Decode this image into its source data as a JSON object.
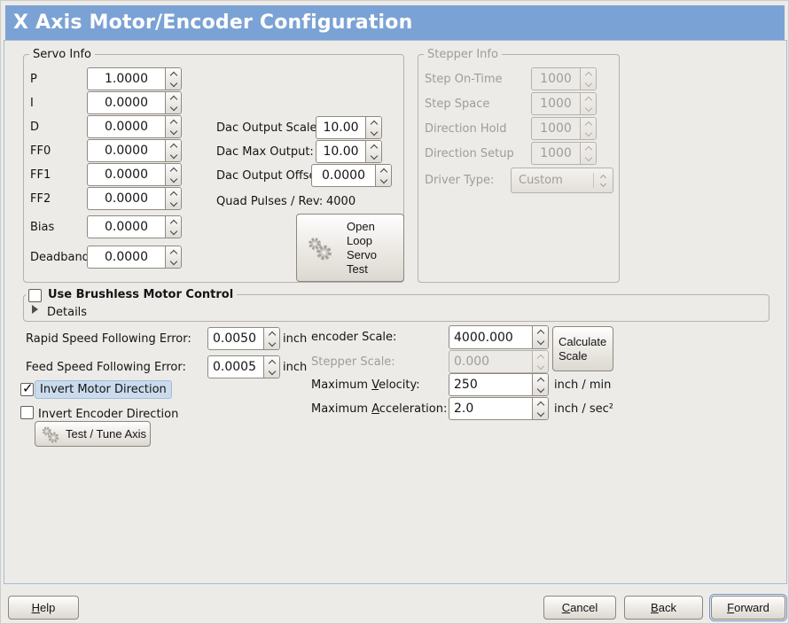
{
  "window": {
    "title": "X Axis Motor/Encoder Configuration"
  },
  "colors": {
    "titlebar_bg": "#7ba2d4",
    "selection_highlight": "#c9dbec",
    "page_bg": "#edebe8"
  },
  "servo": {
    "title": "Servo Info",
    "params": [
      {
        "label": "P",
        "value": "1.0000"
      },
      {
        "label": "I",
        "value": "0.0000"
      },
      {
        "label": "D",
        "value": "0.0000"
      },
      {
        "label": "FF0",
        "value": "0.0000"
      },
      {
        "label": "FF1",
        "value": "0.0000"
      },
      {
        "label": "FF2",
        "value": "0.0000"
      },
      {
        "label": "Bias",
        "value": "0.0000"
      },
      {
        "label": "Deadband",
        "value": "0.0000"
      }
    ],
    "dac_output_scale": {
      "label": "Dac Output Scale:",
      "value": "10.00"
    },
    "dac_max_output": {
      "label": "Dac Max Output:",
      "value": "10.00"
    },
    "dac_output_offset": {
      "label": "Dac Output Offset:",
      "value": "0.0000"
    },
    "quad_pulses": {
      "label": "Quad Pulses / Rev:",
      "value": "4000"
    },
    "open_loop_button": "Open Loop Servo Test"
  },
  "stepper": {
    "title": "Stepper Info",
    "disabled": true,
    "params": [
      {
        "label": "Step On-Time",
        "value": "1000"
      },
      {
        "label": "Step Space",
        "value": "1000"
      },
      {
        "label": "Direction Hold",
        "value": "1000"
      },
      {
        "label": "Direction Setup",
        "value": "1000"
      }
    ],
    "driver_type": {
      "label": "Driver Type:",
      "value": "Custom"
    }
  },
  "brushless": {
    "label": "Use Brushless Motor Control",
    "checked": false,
    "details_label": "Details",
    "expanded": false
  },
  "following_error": {
    "rapid": {
      "label": "Rapid Speed Following Error:",
      "value": "0.0050",
      "unit": "inch"
    },
    "feed": {
      "label": "Feed Speed Following Error:",
      "value": "0.0005",
      "unit": "inch"
    }
  },
  "scaling": {
    "encoder_scale": {
      "label": "encoder Scale:",
      "value": "4000.000"
    },
    "calculate_button": "Calculate Scale",
    "stepper_scale": {
      "label": "Stepper Scale:",
      "value": "0.000",
      "disabled": true
    },
    "max_velocity": {
      "label_pre": "Maximum ",
      "label_mn": "V",
      "label_post": "elocity:",
      "value": "250",
      "unit": "inch / min"
    },
    "max_accel": {
      "label_pre": "Maximum ",
      "label_mn": "A",
      "label_post": "cceleration:",
      "value": "2.0",
      "unit": "inch / sec²"
    }
  },
  "invert": {
    "motor": {
      "label": "Invert Motor Direction",
      "checked": true
    },
    "encoder": {
      "label": "Invert Encoder Direction",
      "checked": false
    }
  },
  "test_tune_button": {
    "label": "Test / Tune Axis"
  },
  "actions": {
    "help": {
      "mn": "H",
      "rest": "elp"
    },
    "cancel": {
      "mn": "C",
      "rest": "ancel"
    },
    "back": {
      "mn": "B",
      "rest": "ack"
    },
    "forward": {
      "mn": "F",
      "rest": "orward"
    }
  }
}
